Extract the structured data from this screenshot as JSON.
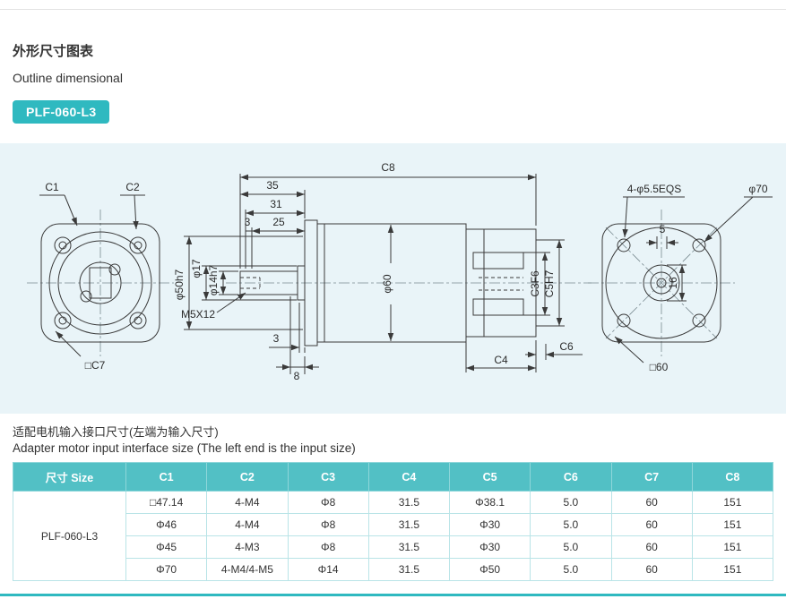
{
  "page": {
    "title_zh": "外形尺寸图表",
    "title_en": "Outline dimensional",
    "model_badge": "PLF-060-L3",
    "note_zh": "适配电机输入接口尺寸(左端为输入尺寸)",
    "note_en": "Adapter motor input interface size (The left end is the input size)"
  },
  "colors": {
    "accent_teal": "#2fb9c0",
    "panel_bg": "#e9f4f8",
    "table_header_bg": "#52c0c5",
    "table_border": "#b9e4e7"
  },
  "drawing": {
    "front_view": {
      "c1": "C1",
      "c2": "C2",
      "c7": "□C7"
    },
    "side_view": {
      "c8": "C8",
      "len35": "35",
      "len31": "31",
      "len3_top": "3",
      "len25": "25",
      "phi50": "φ50h7",
      "phi17": "φ17",
      "phi14": "φ14h7",
      "thread": "M5X12",
      "phi60": "φ60",
      "c3": "C3F6",
      "c5": "C5H7",
      "c6": "C6",
      "c4": "C4",
      "len3_bottom": "3",
      "len8": "8"
    },
    "rear_view": {
      "holes": "4-φ5.5EQS",
      "phi70": "φ70",
      "square60": "□60",
      "len16": "16",
      "len5": "5"
    }
  },
  "table": {
    "headers": [
      "尺寸 Size",
      "C1",
      "C2",
      "C3",
      "C4",
      "C5",
      "C6",
      "C7",
      "C8"
    ],
    "model": "PLF-060-L3",
    "rows": [
      [
        "□47.14",
        "4-M4",
        "Φ8",
        "31.5",
        "Φ38.1",
        "5.0",
        "60",
        "151"
      ],
      [
        "Φ46",
        "4-M4",
        "Φ8",
        "31.5",
        "Φ30",
        "5.0",
        "60",
        "151"
      ],
      [
        "Φ45",
        "4-M3",
        "Φ8",
        "31.5",
        "Φ30",
        "5.0",
        "60",
        "151"
      ],
      [
        "Φ70",
        "4-M4/4-M5",
        "Φ14",
        "31.5",
        "Φ50",
        "5.0",
        "60",
        "151"
      ]
    ]
  }
}
